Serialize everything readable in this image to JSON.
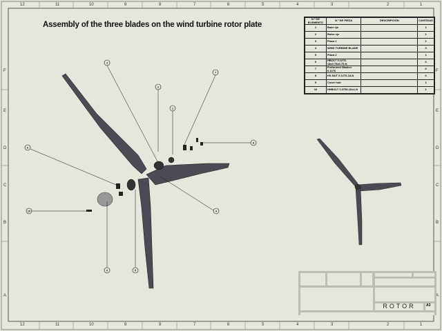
{
  "drawing_title": "Assembly of the three blades on the wind turbine rotor plate",
  "border": {
    "columns": [
      "12",
      "11",
      "10",
      "9",
      "8",
      "7",
      "6",
      "5",
      "4",
      "3",
      "2",
      "1"
    ],
    "rows": [
      "F",
      "E",
      "D",
      "C",
      "B",
      "A"
    ]
  },
  "bom": {
    "headers": [
      "N.º DE ELEMENTO",
      "N.º DE PIEZA",
      "DESCRIPCIÓN",
      "CANTIDAD"
    ],
    "rows": [
      {
        "item": "1",
        "part": "Base eje",
        "desc": "",
        "qty": "1"
      },
      {
        "item": "2",
        "part": "Rotor eje",
        "desc": "",
        "qty": "1"
      },
      {
        "item": "3",
        "part": "Placa 1",
        "desc": "",
        "qty": "1"
      },
      {
        "item": "4",
        "part": "WIND TURBINE BLADE",
        "desc": "",
        "qty": "3"
      },
      {
        "item": "5",
        "part": "Placa 2",
        "desc": "",
        "qty": "1"
      },
      {
        "item": "6",
        "part": "HBOLT 0.1276-18x0.75x0.75-N",
        "desc": "",
        "qty": "6"
      },
      {
        "item": "7",
        "part": "Preformed Washer 0.1276",
        "desc": "",
        "qty": "6"
      },
      {
        "item": "8",
        "part": "HX-NUT 0.1276-18-N",
        "desc": "",
        "qty": "6"
      },
      {
        "item": "9",
        "part": "Cover hub",
        "desc": "",
        "qty": "1"
      },
      {
        "item": "10",
        "part": "HHBOLT 0.3750-16x1-N",
        "desc": "",
        "qty": "1"
      }
    ]
  },
  "balloons": [
    "3",
    "2",
    "1",
    "7",
    "8",
    "6",
    "4",
    "10",
    "9",
    "5"
  ],
  "title_block": {
    "drawing_name": "ROTOR",
    "size": "A3"
  }
}
